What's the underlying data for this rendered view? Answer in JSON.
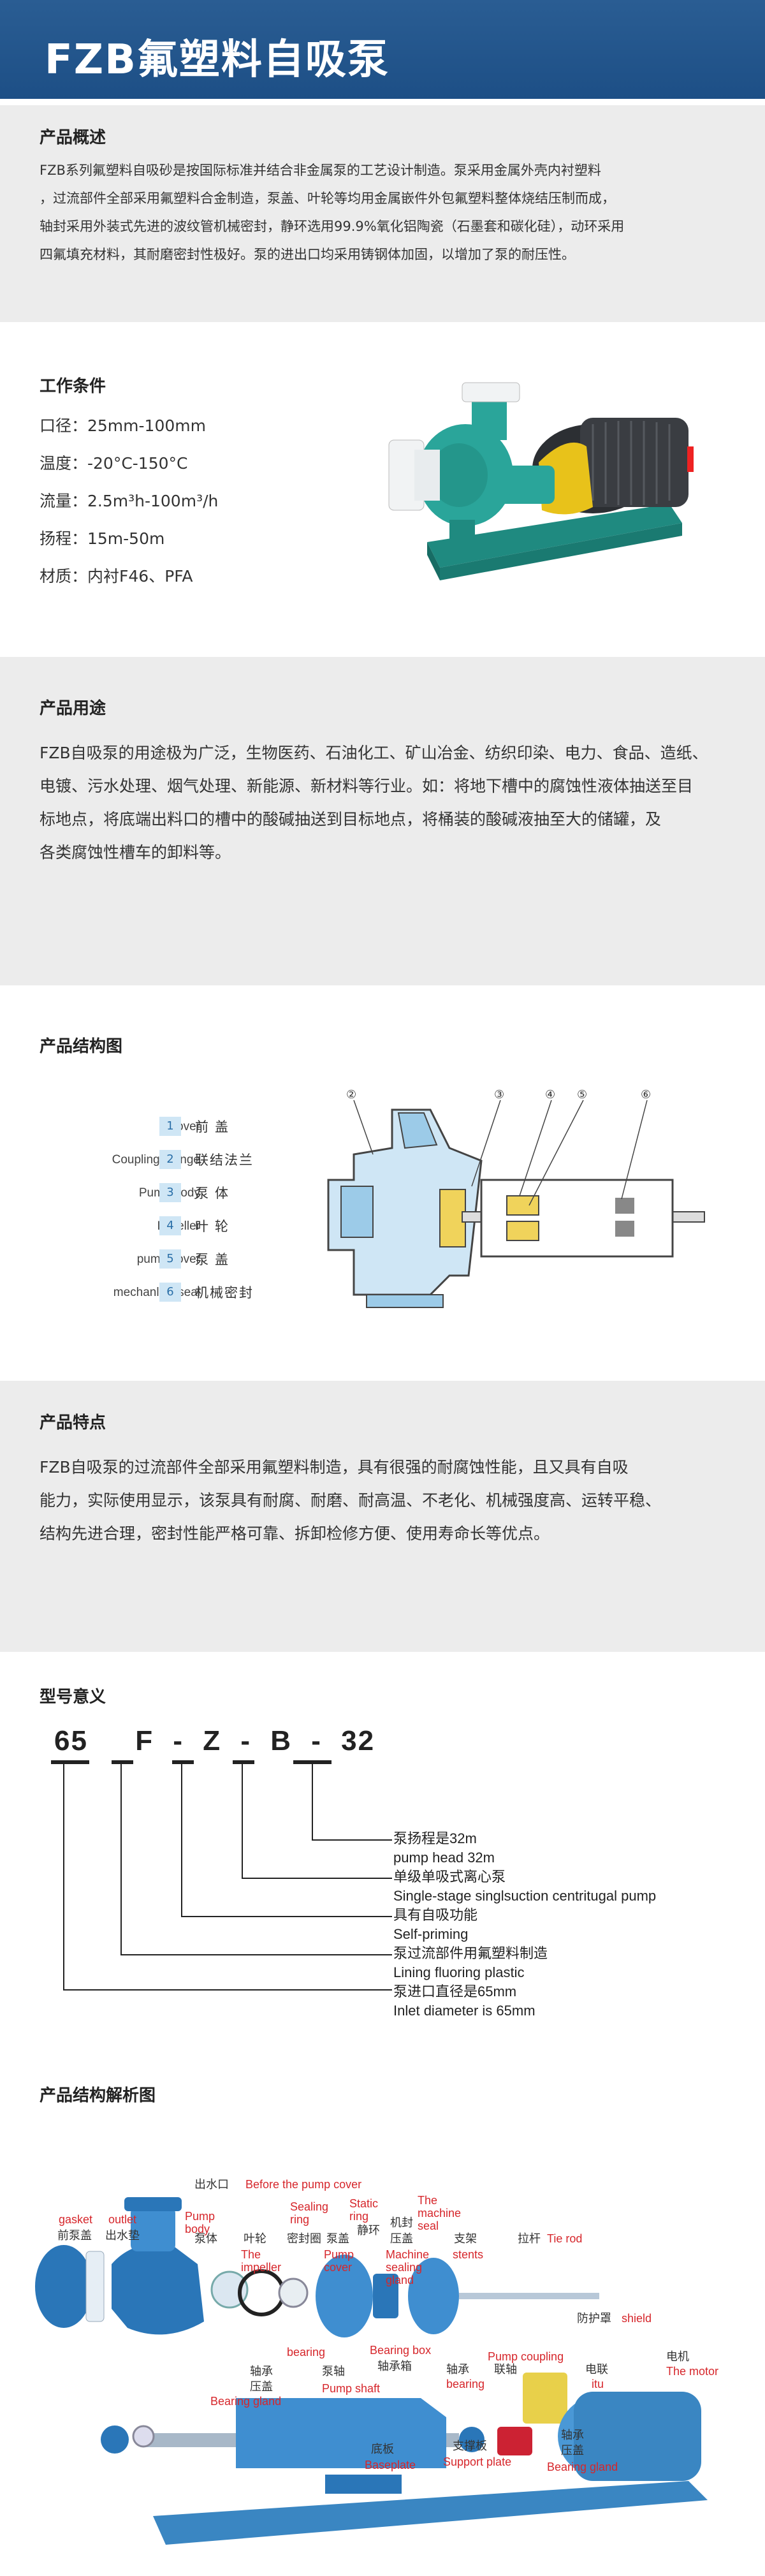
{
  "header": {
    "title": "FZB氟塑料自吸泵"
  },
  "overview": {
    "heading": "产品概述",
    "lines": [
      "FZB系列氟塑料自吸砂是按国际标准并结合非金属泵的工艺设计制造。泵采用金属外壳内衬塑料",
      "，过流部件全部采用氟塑料合金制造，泵盖、叶轮等均用金属嵌件外包氟塑料整体烧结压制而成，",
      "轴封采用外装式先进的波纹管机械密封，静环选用99.9%氧化铝陶瓷（石墨套和碳化硅），动环采用",
      "四氟填充材料，其耐磨密封性极好。泵的进出口均采用铸钢体加固，以增加了泵的耐压性。"
    ]
  },
  "conditions": {
    "heading": "工作条件",
    "items": [
      "口径：25mm-100mm",
      "温度：-20°C-150°C",
      "流量：2.5m³h-100m³/h",
      "扬程：15m-50m",
      "材质：内衬F46、PFA"
    ]
  },
  "usage": {
    "heading": "产品用途",
    "lines": [
      "FZB自吸泵的用途极为广泛，生物医药、石油化工、矿山冶金、纺织印染、电力、食品、造纸、",
      "电镀、污水处理、烟气处理、新能源、新材料等行业。如：将地下槽中的腐蚀性液体抽送至目",
      "标地点，将底端出料口的槽中的酸碱抽送到目标地点，将桶装的酸碱液抽至大的储罐，及",
      "各类腐蚀性槽车的卸料等。"
    ]
  },
  "structure": {
    "heading": "产品结构图",
    "rows": [
      {
        "en": "Cover",
        "num": "1",
        "cn": "前盖"
      },
      {
        "en": "Coupling fbunge",
        "num": "2",
        "cn": "联结法兰"
      },
      {
        "en": "Pump body",
        "num": "3",
        "cn": "泵体"
      },
      {
        "en": "Impeller",
        "num": "4",
        "cn": "叶轮"
      },
      {
        "en": "pump cover",
        "num": "5",
        "cn": "泵盖"
      },
      {
        "en": "mechanlcal seal",
        "num": "6",
        "cn": "机械密封"
      }
    ],
    "callouts": [
      "②",
      "③",
      "④",
      "⑤",
      "⑥"
    ]
  },
  "features": {
    "heading": "产品特点",
    "lines": [
      "FZB自吸泵的过流部件全部采用氟塑料制造，具有很强的耐腐蚀性能，且又具有自吸",
      "能力，实际使用显示，该泵具有耐腐、耐磨、耐高温、不老化、机械强度高、运转平稳、",
      "结构先进合理，密封性能严格可靠、拆卸检修方便、使用寿命长等优点。"
    ]
  },
  "model": {
    "heading": "型号意义",
    "code": [
      "65",
      "F",
      "Z",
      "B",
      "32"
    ],
    "descriptions": [
      "泵扬程是32m",
      "pump head 32m",
      "单级单吸式离心泵",
      "Single-stage singlsuction centritugal pump",
      "具有自吸功能",
      "Self-priming",
      "泵过流部件用氟塑料制造",
      "Lining fluoring plastic",
      "泵进口直径是65mm",
      "Inlet diameter is 65mm"
    ]
  },
  "exploded": {
    "heading": "产品结构解析图",
    "labels": {
      "outlet_cn": "出水口",
      "outlet_en2": "Before the pump cover",
      "gasket": "gasket",
      "outlet": "outlet",
      "front_cover_cn": "前泵盖",
      "outlet_pad_cn": "出水垫",
      "pump_body_en": "Pump body",
      "pump_body_cn": "泵体",
      "impeller_cn": "叶轮",
      "impeller_en": "The impeller",
      "sealing_ring_en": "Sealing ring",
      "sealing_ring_cn": "密封圈",
      "static_ring_en": "Static ring",
      "static_ring_cn": "静环",
      "pump_cover_cn": "泵盖",
      "pump_cover_en": "Pump cover",
      "mech_seal_en": "The machine seal",
      "mech_seal_cn": "机封",
      "seal_gland_cn": "压盖",
      "machine_seal_gland": "Machine sealing gland",
      "bracket_cn": "支架",
      "stents": "stents",
      "tie_rod_cn": "拉杆",
      "tie_rod_en": "Tie rod",
      "shield_cn": "防护罩",
      "shield_en": "shield",
      "bearing_en": "bearing",
      "bearing_cn": "轴承",
      "bearing_gland_cn": "压盖",
      "bearing_gland_en": "Bearing gland",
      "pump_shaft_cn": "泵轴",
      "pump_shaft_en": "Pump shaft",
      "bearing_box_en": "Bearing box",
      "bearing_box_cn": "轴承箱",
      "bearing2_cn": "轴承",
      "bearing2_en": "bearing",
      "coupling_cn": "联轴",
      "coupling_en": "Pump coupling",
      "motor_cn": "电机",
      "motor_en": "The motor",
      "motor_cn2": "电联",
      "motor_en2": "itu",
      "bearing3_cn": "轴承",
      "bearing3_gland_cn": "压盖",
      "bearing3_gland_en": "Bearing gland",
      "baseplate_cn": "底板",
      "baseplate_en": "Baseplate",
      "support_plate_cn": "支撑板",
      "support_plate_en": "Support plate"
    }
  },
  "colors": {
    "header_blue": "#1d4f86",
    "gray_panel": "#ececec",
    "pump_teal": "#2aa59a",
    "motor_blue": "#3a8ac4",
    "yellow": "#e8c21a",
    "label_red": "#d6262b"
  }
}
